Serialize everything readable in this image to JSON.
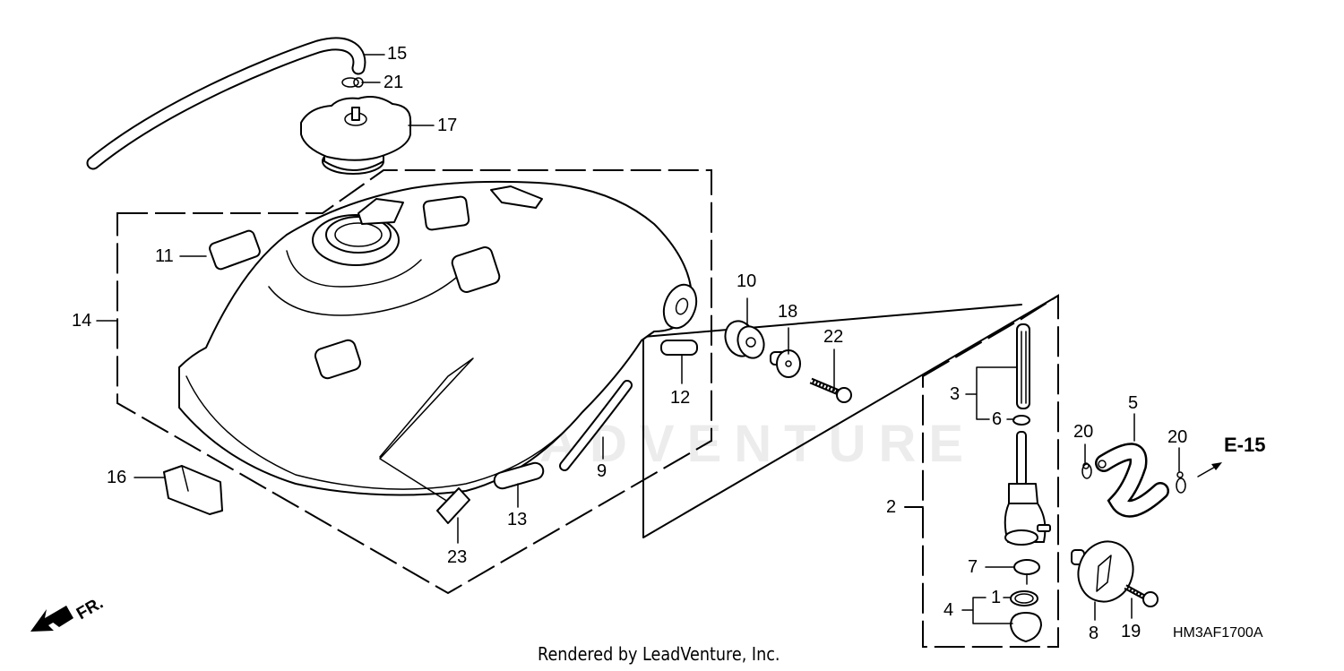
{
  "diagram": {
    "title_code": "HM3AF1700A",
    "credit": "Rendered by LeadVenture, Inc.",
    "watermark": "LEADVENTURE",
    "front_indicator": "FR.",
    "reference": "E-15",
    "callouts": [
      {
        "id": "15",
        "part": "breather-tube"
      },
      {
        "id": "21",
        "part": "clip"
      },
      {
        "id": "17",
        "part": "fuel-cap"
      },
      {
        "id": "11",
        "part": "cushion-pad"
      },
      {
        "id": "14",
        "part": "fuel-tank-assembly"
      },
      {
        "id": "10",
        "part": "grommet"
      },
      {
        "id": "18",
        "part": "collar"
      },
      {
        "id": "22",
        "part": "flange-bolt"
      },
      {
        "id": "12",
        "part": "cushion-pad"
      },
      {
        "id": "9",
        "part": "rubber-strip"
      },
      {
        "id": "13",
        "part": "rubber-cushion"
      },
      {
        "id": "16",
        "part": "clip-cushion"
      },
      {
        "id": "23",
        "part": "label"
      },
      {
        "id": "2",
        "part": "fuel-cock-assembly"
      },
      {
        "id": "3",
        "part": "strainer-set"
      },
      {
        "id": "6",
        "part": "o-ring"
      },
      {
        "id": "5",
        "part": "fuel-tube"
      },
      {
        "id": "20",
        "part": "tube-clip"
      },
      {
        "id": "20b",
        "label": "20",
        "part": "tube-clip"
      },
      {
        "id": "7",
        "part": "fuel-cock-filter"
      },
      {
        "id": "1",
        "part": "o-ring"
      },
      {
        "id": "4",
        "part": "fuel-cup-set"
      },
      {
        "id": "8",
        "part": "lever"
      },
      {
        "id": "19",
        "part": "screw"
      }
    ],
    "labels": {
      "c15": "15",
      "c21": "21",
      "c17": "17",
      "c11": "11",
      "c14": "14",
      "c10": "10",
      "c18": "18",
      "c22": "22",
      "c12": "12",
      "c9": "9",
      "c13": "13",
      "c16": "16",
      "c23": "23",
      "c2": "2",
      "c3": "3",
      "c6": "6",
      "c5": "5",
      "c20a": "20",
      "c20b": "20",
      "c7": "7",
      "c1": "1",
      "c4": "4",
      "c8": "8",
      "c19": "19"
    }
  }
}
